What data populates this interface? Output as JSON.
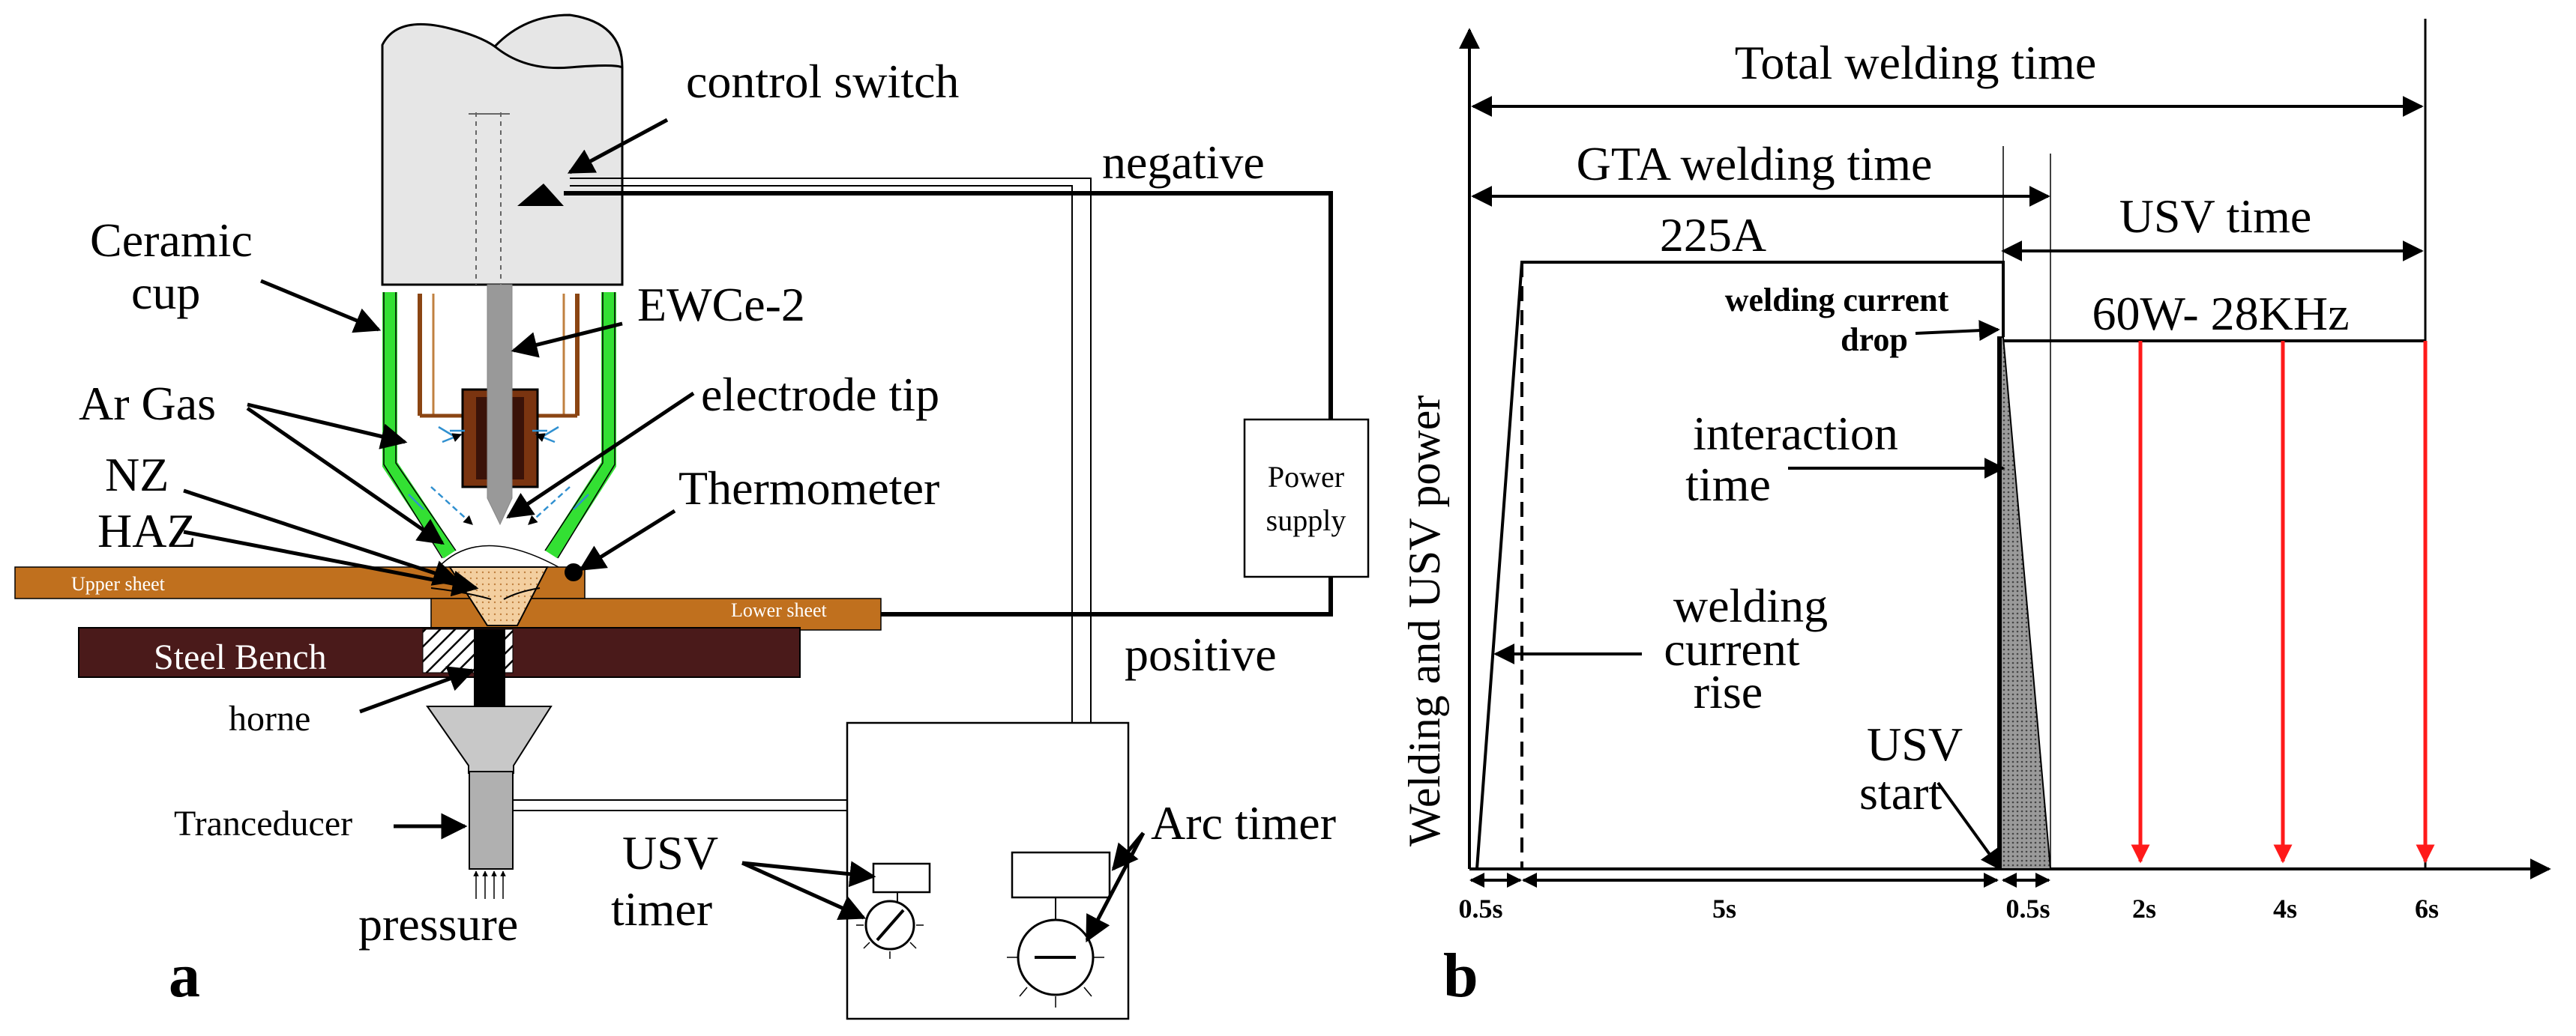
{
  "panel_a": {
    "letter": "a",
    "labels": {
      "control_switch": "control switch",
      "negative": "negative",
      "ceramic_cup_1": "Ceramic",
      "ceramic_cup_2": "cup",
      "ewce": "EWCe-2",
      "ar_gas": "Ar Gas",
      "electrode_tip": "electrode tip",
      "nz": "NZ",
      "haz": "HAZ",
      "thermometer": "Thermometer",
      "upper_sheet": "Upper sheet",
      "lower_sheet": "Lower sheet",
      "steel_bench": "Steel Bench",
      "power_supply_1": "Power",
      "power_supply_2": "supply",
      "positive": "positive",
      "horne": "horne",
      "tranceducer": "Tranceducer",
      "pressure": "pressure",
      "usv_timer_1": "USV",
      "usv_timer_2": "timer",
      "arc_timer": "Arc timer"
    },
    "colors": {
      "cup_green": "#33e033",
      "sheet_brown": "#c0701e",
      "bench_brown": "#4a1a1a",
      "torch_gray": "#e6e6e6",
      "electrode_gray": "#999999"
    }
  },
  "panel_b": {
    "letter": "b",
    "y_axis_label": "Welding and USV power",
    "labels": {
      "total_time": "Total welding time",
      "gta_time": "GTA welding time",
      "usv_time": "USV time",
      "current": "225A",
      "drop_1": "welding current",
      "drop_2": "drop",
      "usv_power": "60W- 28KHz",
      "interaction_1": "interaction",
      "interaction_2": "time",
      "rise_1": "welding",
      "rise_2": "current",
      "rise_3": "rise",
      "usv_start_1": "USV",
      "usv_start_2": "start"
    },
    "ticks": [
      "0.5s",
      "5s",
      "0.5s",
      "2s",
      "4s",
      "6s"
    ],
    "colors": {
      "usv_arrow": "#ff1a1a"
    }
  }
}
